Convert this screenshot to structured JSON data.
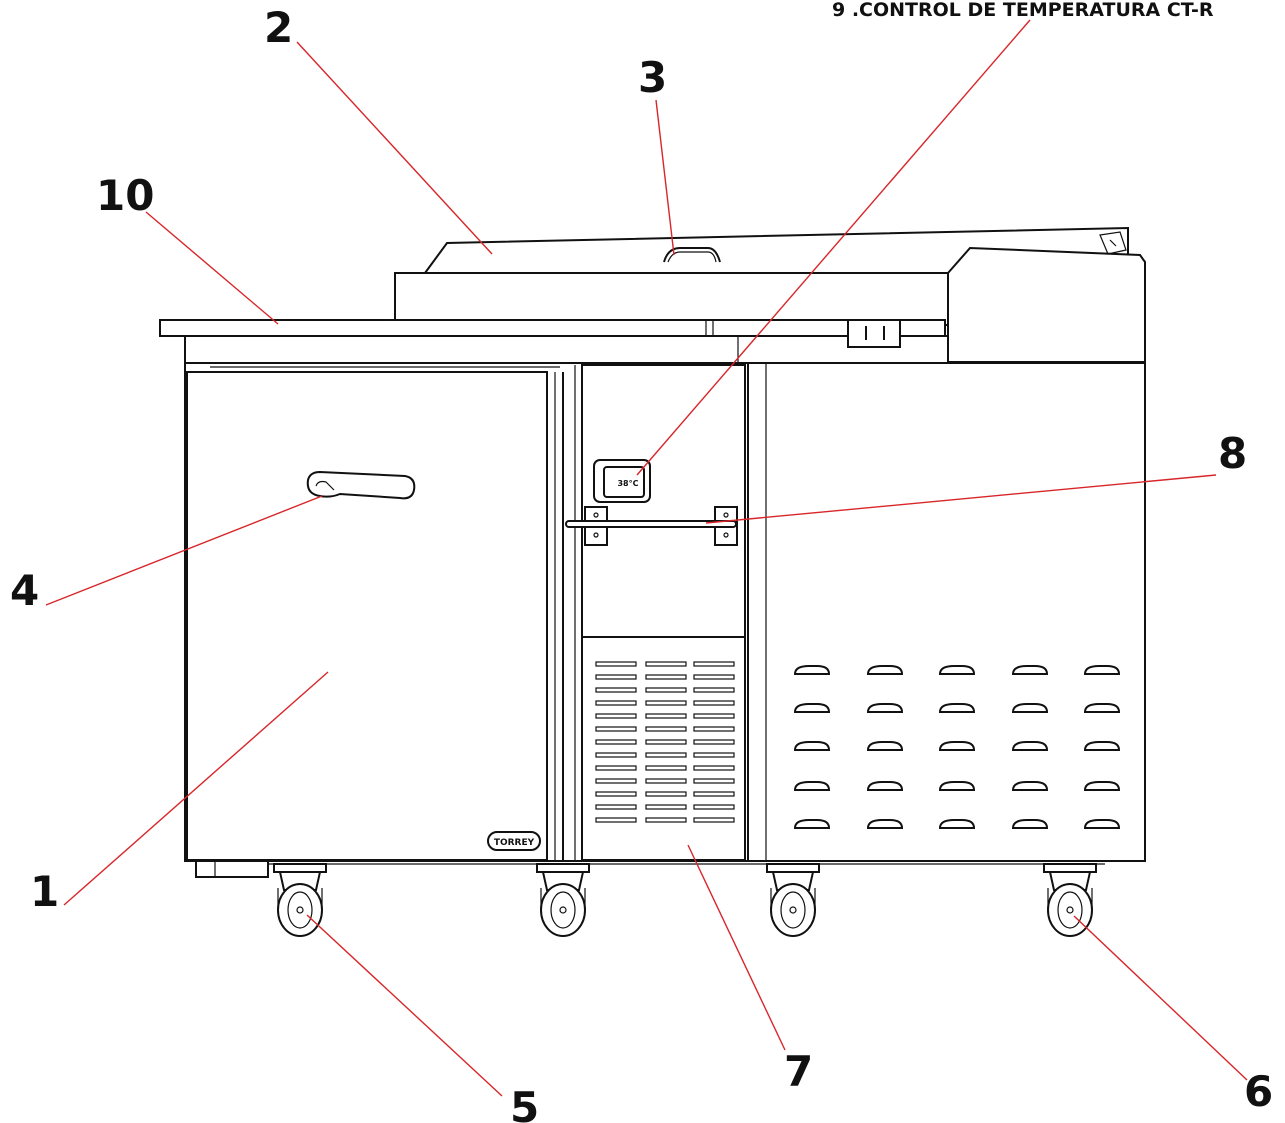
{
  "diagram": {
    "title_label": "9 .CONTROL DE TEMPERATURA CT-R",
    "brand_plate": "TORREY",
    "display_reading": "38°C",
    "leader_color": "#d8262a",
    "line_color": "#111111",
    "callouts": [
      {
        "id": "1",
        "label": "1"
      },
      {
        "id": "2",
        "label": "2"
      },
      {
        "id": "3",
        "label": "3"
      },
      {
        "id": "4",
        "label": "4"
      },
      {
        "id": "5",
        "label": "5"
      },
      {
        "id": "6",
        "label": "6"
      },
      {
        "id": "7",
        "label": "7"
      },
      {
        "id": "8",
        "label": "8"
      },
      {
        "id": "10",
        "label": "10"
      }
    ]
  }
}
